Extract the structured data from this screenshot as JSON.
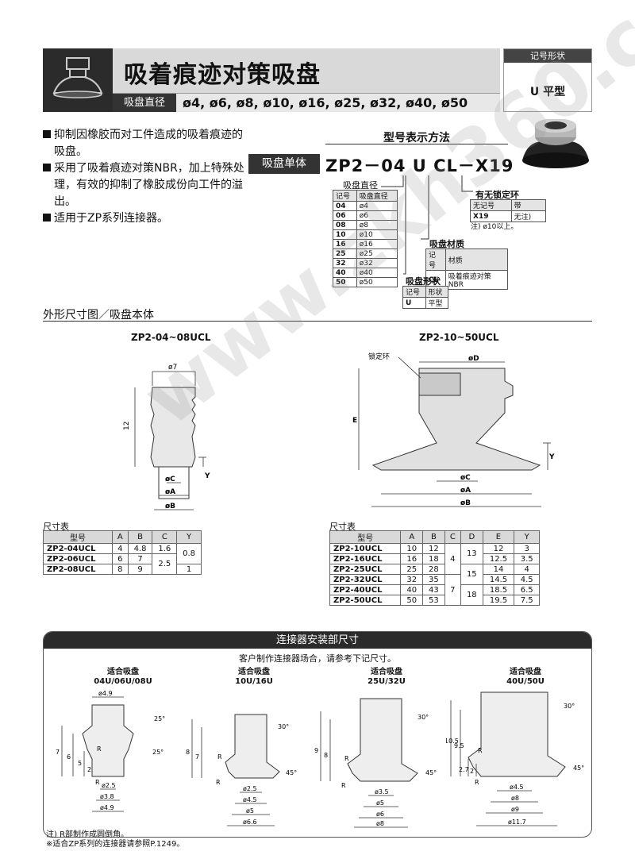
{
  "header": {
    "title": "吸着痕迹对策吸盘",
    "diameter_label": "吸盘直径",
    "diameters": "ø4, ø6, ø8, ø10, ø16, ø25, ø32, ø40, ø50",
    "symbol_head": "记号形状",
    "symbol_value": "U 平型"
  },
  "features": [
    "抑制因橡胶而对工件造成的吸着痕迹的吸盘。",
    "采用了吸着痕迹对策NBR，加上特殊处理，有效的抑制了橡胶成份向工件的溢出。",
    "适用于ZP系列连接器。"
  ],
  "model": {
    "heading": "型号表示方法",
    "unit_label": "吸盘单体",
    "code": "ZP2－04 U CL－X19",
    "dia_title": "吸盘直径",
    "dia_head": [
      "记号",
      "吸盘直径"
    ],
    "dia_rows": [
      [
        "04",
        "ø4"
      ],
      [
        "06",
        "ø6"
      ],
      [
        "08",
        "ø8"
      ],
      [
        "10",
        "ø10"
      ],
      [
        "16",
        "ø16"
      ],
      [
        "25",
        "ø25"
      ],
      [
        "32",
        "ø32"
      ],
      [
        "40",
        "ø40"
      ],
      [
        "50",
        "ø50"
      ]
    ],
    "ring_title": "有无锁定环",
    "ring_head": [
      "无记号",
      "带"
    ],
    "ring_row": [
      "X19",
      "无注)"
    ],
    "ring_note": "注) ø10以上。",
    "mat_title": "吸盘材质",
    "mat_head": [
      "记号",
      "材质"
    ],
    "mat_row": [
      "CL",
      "吸着痕迹对策NBR"
    ],
    "shape_title": "吸盘形状",
    "shape_head": [
      "记号",
      "形状"
    ],
    "shape_row": [
      "U",
      "平型"
    ]
  },
  "dims": {
    "section_title": "外形尺寸图／吸盘本体",
    "left_title": "ZP2-04~08UCL",
    "right_title": "ZP2-10~50UCL",
    "lock_ring": "锁定环",
    "lbl_7": "ø7",
    "lbl_12": "12",
    "lbl_Y": "Y",
    "lbl_C": "øC",
    "lbl_A": "øA",
    "lbl_B": "øB",
    "lbl_D": "øD",
    "lbl_E": "E",
    "table_title": "尺寸表",
    "left_head": [
      "型号",
      "A",
      "B",
      "C",
      "Y"
    ],
    "left_rows": [
      [
        "ZP2-04UCL",
        "4",
        "4.8"
      ],
      [
        "ZP2-06UCL",
        "6",
        "7"
      ],
      [
        "ZP2-08UCL",
        "8",
        "9"
      ]
    ],
    "left_C": [
      "1.6",
      "2.5"
    ],
    "left_Y": [
      "0.8",
      "1"
    ],
    "right_head": [
      "型号",
      "A",
      "B",
      "C",
      "D",
      "E",
      "Y"
    ],
    "right_rows": [
      [
        "ZP2-10UCL",
        "10",
        "12",
        "12",
        "3"
      ],
      [
        "ZP2-16UCL",
        "16",
        "18",
        "12.5",
        "3.5"
      ],
      [
        "ZP2-25UCL",
        "25",
        "28",
        "14",
        "4"
      ],
      [
        "ZP2-32UCL",
        "32",
        "35",
        "14.5",
        "4.5"
      ],
      [
        "ZP2-40UCL",
        "40",
        "43",
        "18.5",
        "6.5"
      ],
      [
        "ZP2-50UCL",
        "50",
        "53",
        "19.5",
        "7.5"
      ]
    ],
    "right_C": [
      "4",
      "7"
    ],
    "right_D": [
      "13",
      "15",
      "18"
    ]
  },
  "connector": {
    "title": "连接器安装部尺寸",
    "subtitle": "客户制作连接器场合，请参考下记尺寸。",
    "suit": "适合吸盘",
    "groups": [
      "04U/06U/08U",
      "10U/16U",
      "25U/32U",
      "40U/50U"
    ],
    "g1": [
      "ø4.9",
      "25°",
      "25°",
      "7",
      "6",
      "5",
      "2",
      "R",
      "R",
      "ø2.5",
      "ø3.8",
      "ø4.9"
    ],
    "g2": [
      "30°",
      "45°",
      "8",
      "7",
      "R",
      "R",
      "ø2.5",
      "ø4.5",
      "ø5",
      "ø6.6"
    ],
    "g3": [
      "30°",
      "45°",
      "9",
      "8",
      "R",
      "R",
      "ø3.5",
      "ø5",
      "ø6",
      "ø8"
    ],
    "g4": [
      "30°",
      "45°",
      "10.5",
      "9.5",
      "2.7",
      "2",
      "R",
      "R",
      "ø4.5",
      "ø8",
      "ø9",
      "ø11.7"
    ],
    "note1": "注) R部制作成圆倒角。",
    "note2": "※适合ZP系列的连接器请参照P.1249。"
  },
  "watermark": "www.zkh360.com"
}
